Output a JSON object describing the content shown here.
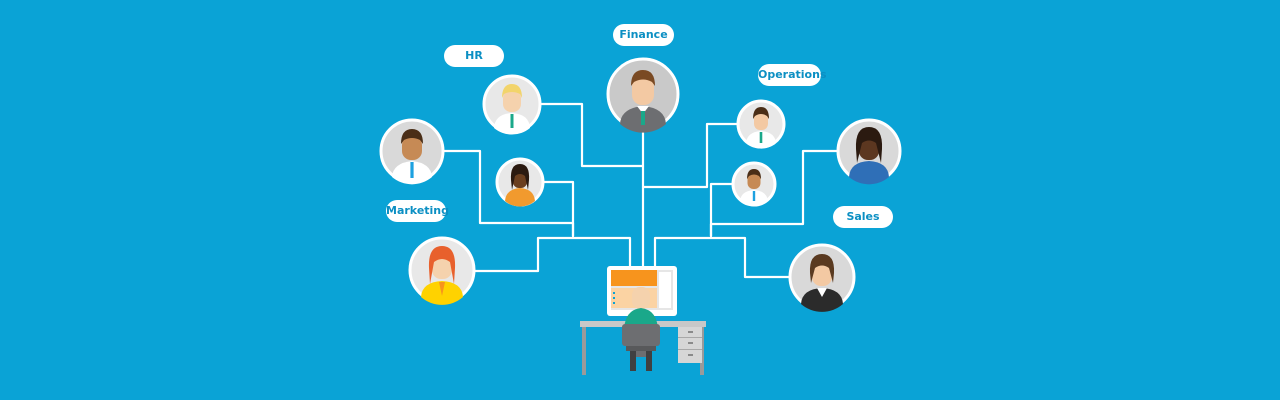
{
  "labels": {
    "finance": "Finance",
    "hr": "HR",
    "operations": "Operations",
    "marketing": "Marketing",
    "sales": "Sales"
  },
  "colors": {
    "background": "#0aa3d6",
    "line": "#ffffff",
    "avatar_bg": "#c9c9c9",
    "label_text": "#0b8fc3",
    "screen_accent": "#f7941d"
  }
}
